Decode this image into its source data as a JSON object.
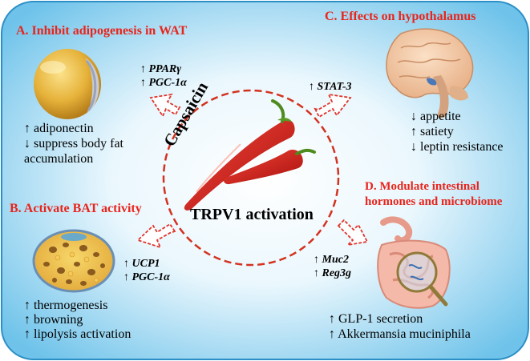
{
  "center": {
    "title": "Capsaicin",
    "subtitle": "TRPV1 activation"
  },
  "sections": {
    "a": {
      "heading": "A. Inhibit adipogenesis in WAT",
      "markers": [
        "↑ PPARγ",
        "↑ PGC-1α"
      ],
      "effects": [
        "↑ adiponectin",
        "↓ suppress body fat",
        "accumulation"
      ]
    },
    "b": {
      "heading": "B. Activate BAT activity",
      "markers": [
        "↑ UCP1",
        "↑ PGC-1α"
      ],
      "effects": [
        "↑ thermogenesis",
        "↑ browning",
        "↑ lipolysis activation"
      ]
    },
    "c": {
      "heading": "C. Effects on hypothalamus",
      "markers": [
        "↑ STAT-3"
      ],
      "effects": [
        "↓ appetite",
        "↑ satiety",
        "↓ leptin resistance"
      ]
    },
    "d": {
      "heading_line1": "D. Modulate intestinal",
      "heading_line2": "hormones and microbiome",
      "markers": [
        "↑ Muc2",
        "↑ Reg3g"
      ],
      "effects": [
        "↑ GLP-1 secretion",
        "↑ Akkermansia muciniphila"
      ]
    }
  },
  "colors": {
    "background_light": "#ffffff",
    "background_blue": "#74c6ea",
    "border": "#2c8fc6",
    "heading": "#e8251c",
    "arrow_stroke": "#e0342b",
    "circle_stroke": "#d3321f",
    "pepper": "#cf1b14"
  }
}
